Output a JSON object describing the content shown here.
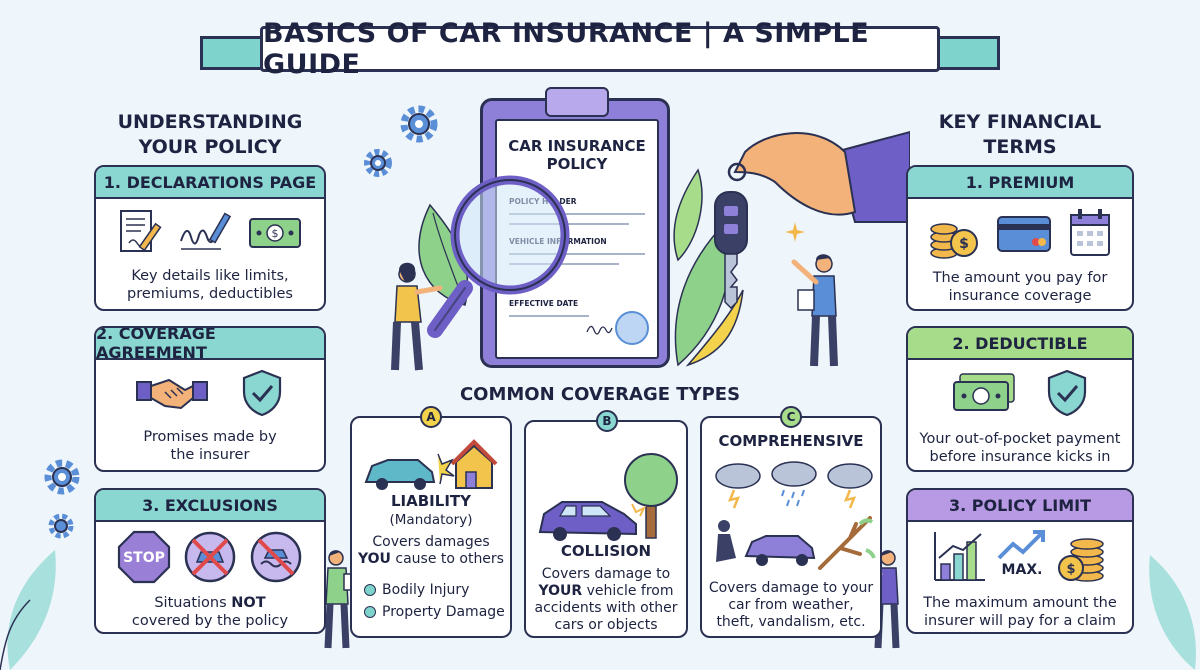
{
  "title": "BASICS OF CAR INSURANCE | A SIMPLE GUIDE",
  "left": {
    "heading": "UNDERSTANDING YOUR POLICY",
    "cards": [
      {
        "label": "1. DECLARATIONS PAGE",
        "desc": "Key details like limits, premiums, deductibles",
        "color": "#8ad7d1"
      },
      {
        "label": "2. COVERAGE AGREEMENT",
        "desc": "Promises made by the insurer",
        "color": "#8ad7d1"
      },
      {
        "label": "3. EXCLUSIONS",
        "desc_pre": "Situations ",
        "desc_bold": "NOT",
        "desc_post": " covered by the policy",
        "color": "#8ad7d1"
      }
    ]
  },
  "right": {
    "heading": "KEY FINANCIAL TERMS",
    "cards": [
      {
        "label": "1. PREMIUM",
        "desc": "The amount you pay for insurance coverage",
        "color": "#8ad7d1"
      },
      {
        "label": "2. DEDUCTIBLE",
        "desc": "Your out-of-pocket payment before insurance kicks in",
        "color": "#a7dd8a"
      },
      {
        "label": "3. POLICY LIMIT",
        "desc": "The maximum amount the insurer will pay for a claim",
        "color": "#b79ae3"
      }
    ],
    "max_label": "MAX."
  },
  "clipboard": {
    "title": "CAR INSURANCE POLICY",
    "field1": "POLICY HOLDER",
    "field2": "VEHICLE INFORMATION",
    "field3": "EFFECTIVE DATE"
  },
  "center": {
    "heading": "COMMON COVERAGE TYPES",
    "types": [
      {
        "badge": "A",
        "title": "LIABILITY",
        "subtitle": "(Mandatory)",
        "desc_pre": "Covers damages ",
        "desc_bold": "YOU",
        "desc_post": " cause to others",
        "bullets": [
          "Bodily Injury",
          "Property Damage"
        ]
      },
      {
        "badge": "B",
        "title": "COLLISION",
        "desc_pre": "Covers damage to ",
        "desc_bold": "YOUR",
        "desc_post": " vehicle from accidents with other cars or objects"
      },
      {
        "badge": "C",
        "title": "COMPREHENSIVE",
        "desc": "Covers damage to your car from weather, theft, vandalism, etc."
      }
    ]
  },
  "colors": {
    "navy": "#2b3152",
    "teal": "#8ad7d1",
    "green": "#a7dd8a",
    "purple": "#b79ae3",
    "accent_purple": "#6e5fc6"
  }
}
